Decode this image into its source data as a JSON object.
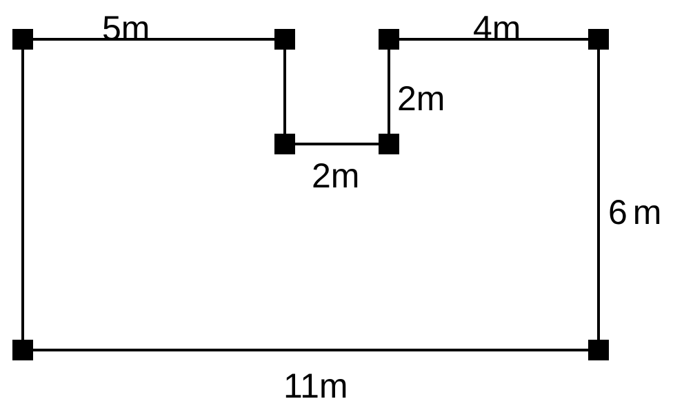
{
  "figure": {
    "line_color": "#000000",
    "background_color": "#ffffff",
    "labels": {
      "top_left_edge": "5m",
      "top_right_edge": "4m",
      "notch_side": "2m",
      "notch_bottom": "2m",
      "right_side": "6m",
      "bottom_edge": "11m"
    }
  }
}
